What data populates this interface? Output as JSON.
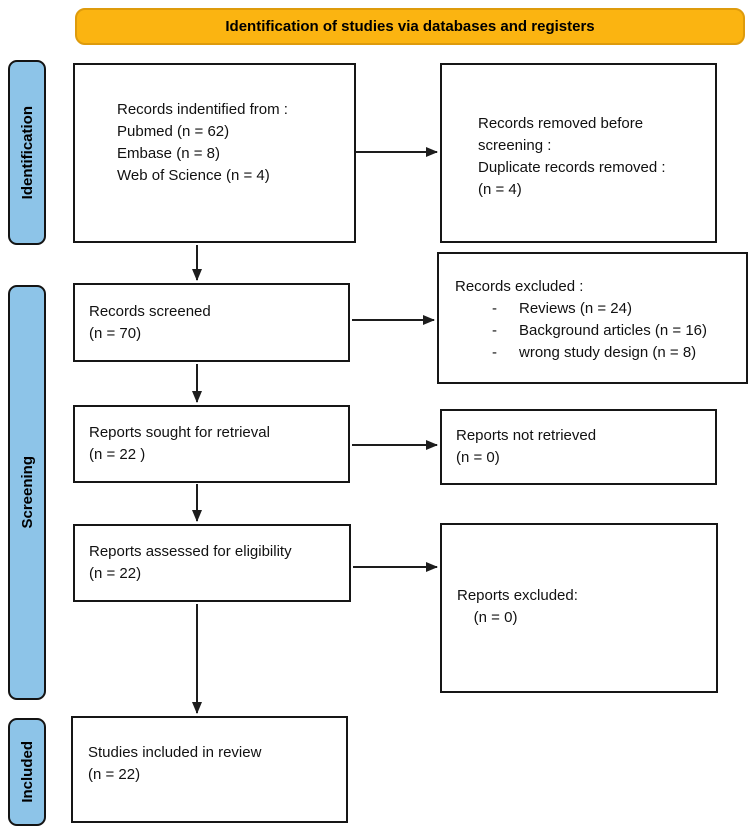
{
  "header": {
    "label": "Identification of studies via databases and registers"
  },
  "sidebar": {
    "identification": "Identification",
    "screening": "Screening",
    "included": "Included"
  },
  "flow": {
    "records_identified": {
      "text": "Records indentified from :\nPubmed (n = 62)\nEmbase (n = 8)\nWeb of Science (n = 4)"
    },
    "records_removed": {
      "text": "Records removed before\nscreening :\nDuplicate records removed :\n(n = 4)"
    },
    "records_screened": {
      "text": "Records screened\n(n = 70)"
    },
    "records_excluded": {
      "title": "Records excluded :",
      "bullet": "-",
      "items": [
        "Reviews (n = 24)",
        "Background articles (n = 16)",
        "wrong study design (n = 8)"
      ]
    },
    "reports_sought": {
      "text": "Reports sought for retrieval\n(n = 22 )"
    },
    "reports_not_retrieved": {
      "text": "Reports not retrieved\n(n = 0)"
    },
    "reports_assessed": {
      "text": "Reports assessed for eligibility\n(n = 22)"
    },
    "reports_excluded": {
      "text": "Reports excluded:\n    (n = 0)"
    },
    "studies_included": {
      "text": "Studies included in review\n(n = 22)"
    }
  },
  "colors": {
    "header-bg": "#FBB411",
    "header-border": "#DE9B0C",
    "stage-bg": "#8DC4E8",
    "stage-border": "#141414",
    "box-border": "#161616",
    "arrow": "#1d1d1d",
    "text": "#111111"
  }
}
